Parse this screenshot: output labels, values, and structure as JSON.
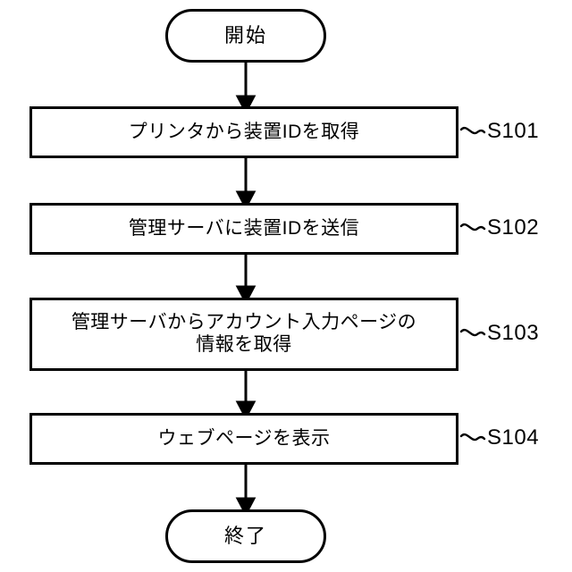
{
  "diagram": {
    "type": "flowchart",
    "orientation": "vertical",
    "language": "ja",
    "background_color": "#ffffff",
    "line_color": "#000000",
    "nodes": [
      {
        "id": "start",
        "shape": "terminal",
        "label": "開始",
        "step_ref": ""
      },
      {
        "id": "s101",
        "shape": "process",
        "label": "プリンタから装置IDを取得",
        "step_ref": "S101"
      },
      {
        "id": "s102",
        "shape": "process",
        "label": "管理サーバに装置IDを送信",
        "step_ref": "S102"
      },
      {
        "id": "s103",
        "shape": "process",
        "label": "管理サーバからアカウント入力ページの\n情報を取得",
        "step_ref": "S103"
      },
      {
        "id": "s104",
        "shape": "process",
        "label": "ウェブページを表示",
        "step_ref": "S104"
      },
      {
        "id": "end",
        "shape": "terminal",
        "label": "終了",
        "step_ref": ""
      }
    ],
    "edges": [
      {
        "from": "start",
        "to": "s101",
        "arrow": "down"
      },
      {
        "from": "s101",
        "to": "s102",
        "arrow": "down"
      },
      {
        "from": "s102",
        "to": "s103",
        "arrow": "down"
      },
      {
        "from": "s103",
        "to": "s104",
        "arrow": "down"
      },
      {
        "from": "s104",
        "to": "end",
        "arrow": "down"
      }
    ]
  }
}
